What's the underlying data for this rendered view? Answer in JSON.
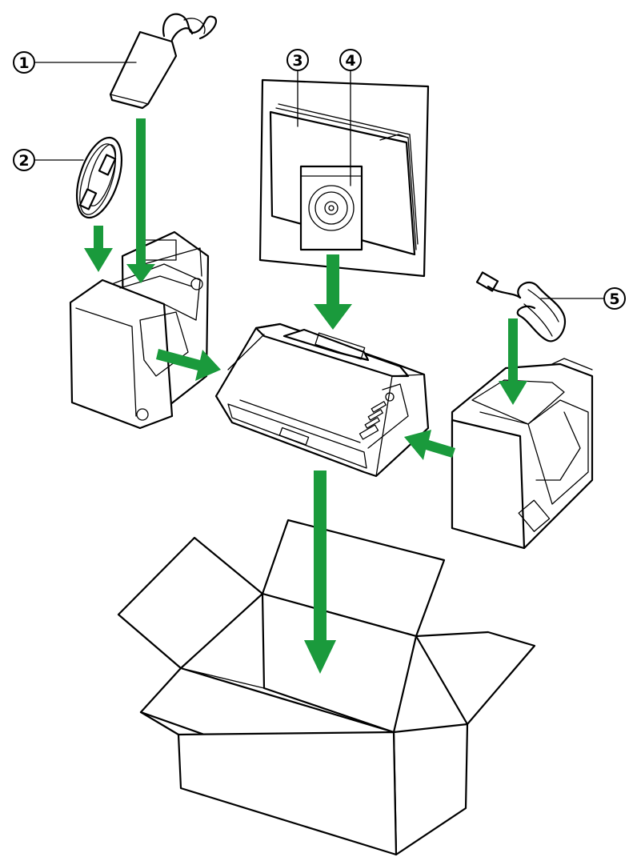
{
  "callouts": [
    {
      "id": "1",
      "label": "①"
    },
    {
      "id": "2",
      "label": "②"
    },
    {
      "id": "3",
      "label": "③"
    },
    {
      "id": "4",
      "label": "④"
    },
    {
      "id": "5",
      "label": "⑤"
    }
  ],
  "colors": {
    "arrow": "#1a9a3c",
    "line": "#000000",
    "fill": "#ffffff"
  },
  "icons": [
    "ac-adapter-icon",
    "usb-cable-icon",
    "manual-icon",
    "cd-rom-icon",
    "power-cord-icon",
    "scanner-icon",
    "packing-foam-icon",
    "shipping-box-icon",
    "green-arrow-icon"
  ]
}
